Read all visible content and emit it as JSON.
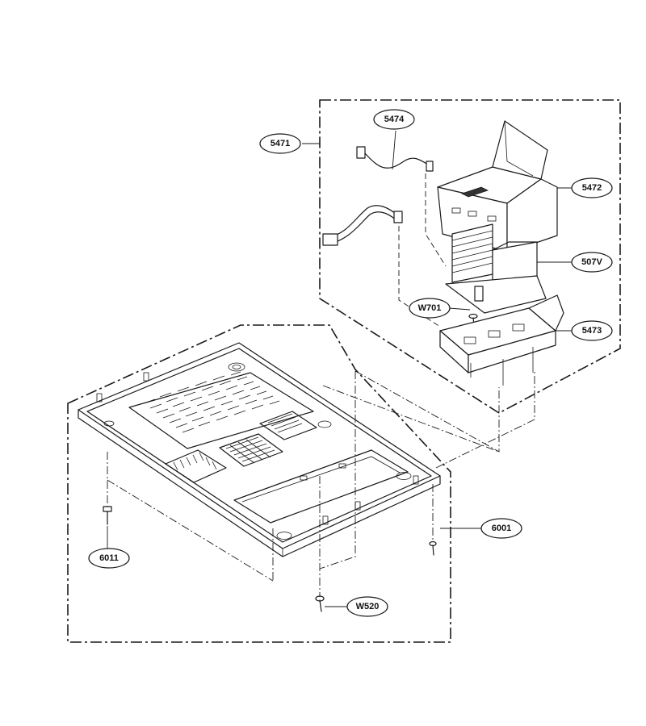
{
  "callouts": {
    "p5471": "5471",
    "p5474": "5474",
    "p5472": "5472",
    "p507v": "507V",
    "pw701": "W701",
    "p5473": "5473",
    "p6001": "6001",
    "p6011": "6011",
    "pw520": "W520"
  }
}
